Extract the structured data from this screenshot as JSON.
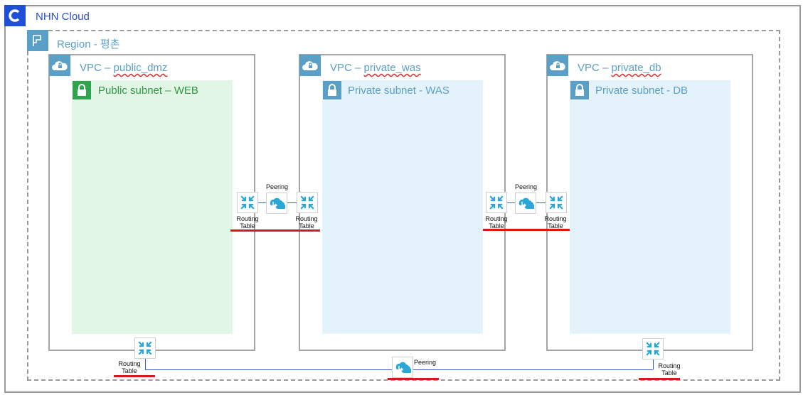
{
  "cloud": {
    "title": "NHN Cloud",
    "badge_letter": "C"
  },
  "region": {
    "title": "Region - 평촌"
  },
  "vpcs": [
    {
      "prefix": "VPC – ",
      "name": "public_dmz",
      "subnet": "Public subnet – WEB"
    },
    {
      "prefix": "VPC – ",
      "name": "private_was",
      "subnet": "Private subnet - WAS"
    },
    {
      "prefix": "VPC – ",
      "name": "private_db",
      "subnet": "Private subnet - DB"
    }
  ],
  "routing_table_label": "Routing Table",
  "peering_label": "Peering",
  "icons": {
    "cloud_badge": "letter-c-icon",
    "region_badge": "flag-icon",
    "vpc_badge": "cloud-lock-icon",
    "subnet_badge": "padlock-icon",
    "routing_table": "routing-table-icon",
    "peering": "peering-icon"
  },
  "colors": {
    "cloud_badge": "#1f4fd6",
    "region_badge": "#5aa0c6",
    "public_subnet_fill": "#e2f6e5",
    "public_subnet_badge": "#2ea44f",
    "private_subnet_fill": "#e4f3fb",
    "connector": "#3a5fbf",
    "highlight_underline": "#d21b1b",
    "routing_icon": "#2aa7d6"
  }
}
